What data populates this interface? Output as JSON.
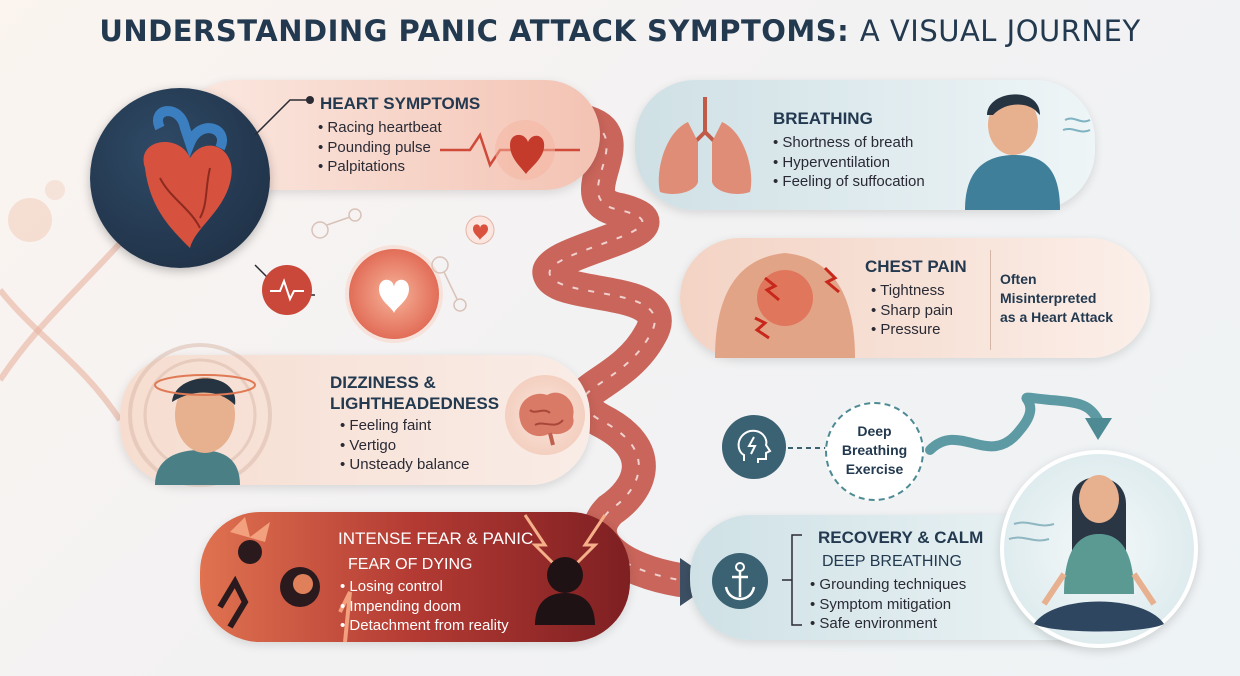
{
  "title": {
    "bold": "UNDERSTANDING PANIC ATTACK SYMPTOMS:",
    "normal": "A VISUAL JOURNEY"
  },
  "heart": {
    "title": "HEART SYMPTOMS",
    "items": [
      "Racing heartbeat",
      "Pounding pulse",
      "Palpitations"
    ]
  },
  "breathing": {
    "title": "BREATHING",
    "items": [
      "Shortness of breath",
      "Hyperventilation",
      "Feeling of suffocation"
    ]
  },
  "chest": {
    "title": "CHEST PAIN",
    "items": [
      "Tightness",
      "Sharp pain",
      "Pressure"
    ],
    "note": [
      "Often",
      "Misinterpreted",
      "as a Heart Attack"
    ]
  },
  "dizziness": {
    "title": [
      "DIZZINESS &",
      "LIGHTHEADEDNESS"
    ],
    "items": [
      "Feeling faint",
      "Vertigo",
      "Unsteady balance"
    ]
  },
  "fear": {
    "title": "INTENSE FEAR & PANIC",
    "subtitle": "FEAR OF DYING",
    "items": [
      "Losing control",
      "Impending doom",
      "Detachment from reality"
    ]
  },
  "exercise": {
    "label": [
      "Deep",
      "Breathing",
      "Exercise"
    ]
  },
  "recovery": {
    "title": "RECOVERY & CALM",
    "subtitle": "DEEP BREATHING",
    "items": [
      "Grounding techniques",
      "Symptom mitigation",
      "Safe environment"
    ]
  },
  "colors": {
    "navy": "#23394f",
    "red": "#c0392b",
    "teal": "#4d8a94"
  }
}
